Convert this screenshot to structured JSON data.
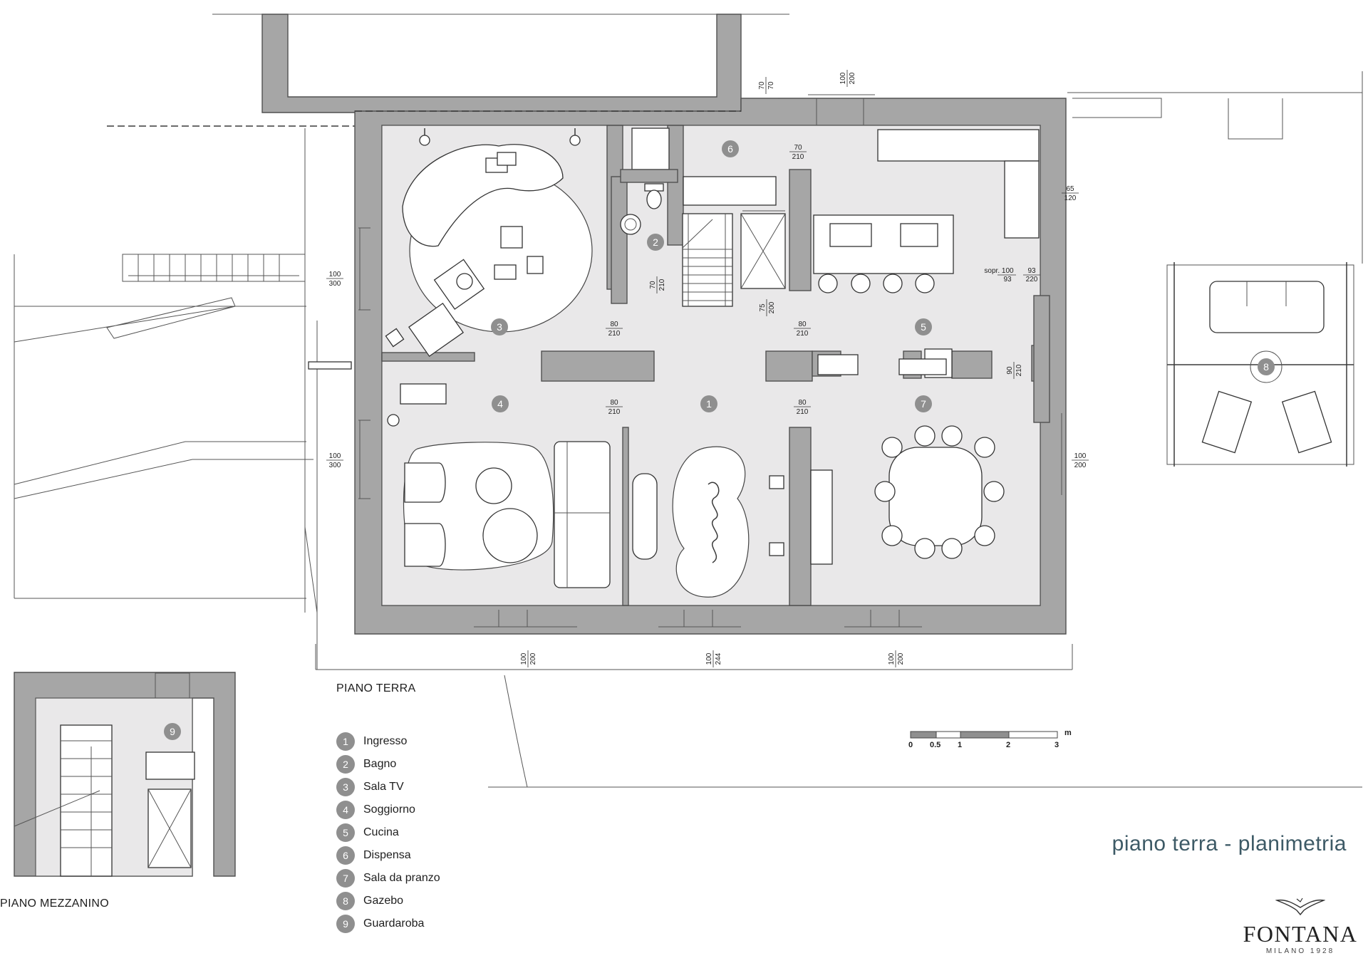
{
  "floor_labels": {
    "ground": "PIANO TERRA",
    "mezzanine": "PIANO MEZZANINO"
  },
  "title": "piano terra - planimetria",
  "brand": {
    "name": "FONTANA",
    "sub": "MILANO 1928"
  },
  "legend": [
    {
      "num": "1",
      "label": "Ingresso"
    },
    {
      "num": "2",
      "label": "Bagno"
    },
    {
      "num": "3",
      "label": "Sala TV"
    },
    {
      "num": "4",
      "label": "Soggiorno"
    },
    {
      "num": "5",
      "label": "Cucina"
    },
    {
      "num": "6",
      "label": "Dispensa"
    },
    {
      "num": "7",
      "label": "Sala da pranzo"
    },
    {
      "num": "8",
      "label": "Gazebo"
    },
    {
      "num": "9",
      "label": "Guardaroba"
    }
  ],
  "scale": {
    "unit": "m",
    "ticks": [
      "0",
      "0.5",
      "1",
      "2",
      "3"
    ]
  },
  "door_dims": {
    "d_70_70": [
      "70",
      "70"
    ],
    "d_100_200_top": [
      "100",
      "200"
    ],
    "d_70_210_top": [
      "70",
      "210"
    ],
    "d_65_120": [
      "65",
      "120"
    ],
    "d_100_300_a": [
      "100",
      "300"
    ],
    "d_70_210_bath": [
      "70",
      "210"
    ],
    "d_80_210_a": [
      "80",
      "210"
    ],
    "d_75_200": [
      "75",
      "200"
    ],
    "d_80_210_b": [
      "80",
      "210"
    ],
    "d_sopr": [
      "sopr. 100",
      "93",
      "93",
      "220"
    ],
    "d_90_210": [
      "90",
      "210"
    ],
    "d_80_210_c": [
      "80",
      "210"
    ],
    "d_80_210_d": [
      "80",
      "210"
    ],
    "d_100_300_b": [
      "100",
      "300"
    ],
    "d_100_200_right": [
      "100",
      "200"
    ],
    "d_100_200_b1": [
      "100",
      "200"
    ],
    "d_100_244": [
      "100",
      "244"
    ],
    "d_100_200_b3": [
      "100",
      "200"
    ]
  },
  "room_numbers": {
    "r1": "1",
    "r2": "2",
    "r3": "3",
    "r4": "4",
    "r5": "5",
    "r6": "6",
    "r7": "7",
    "r8": "8",
    "r9": "9"
  }
}
